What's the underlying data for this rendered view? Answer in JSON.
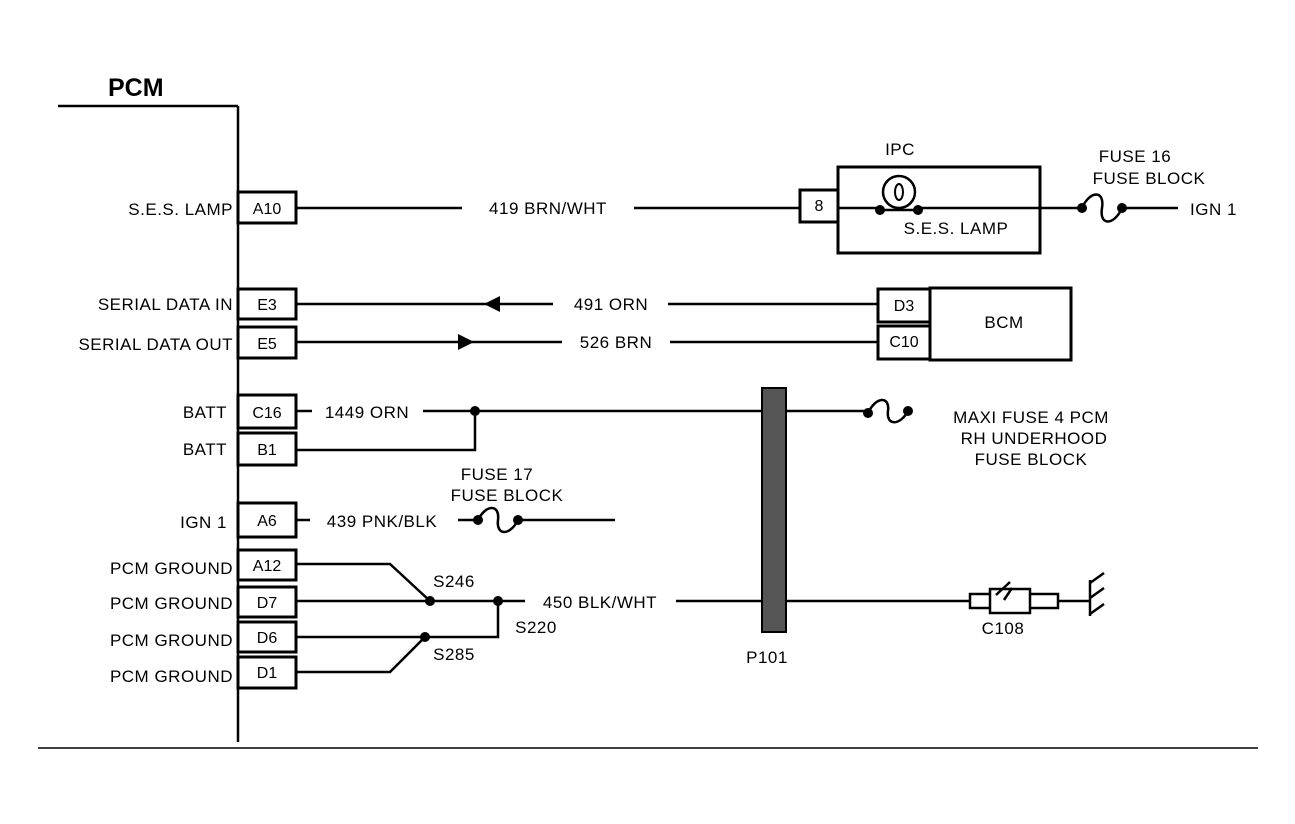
{
  "pcm_title": "PCM",
  "pcm_circuits": {
    "ses_lamp": "S.E.S. LAMP",
    "serial_data_in": "SERIAL DATA IN",
    "serial_data_out": "SERIAL DATA OUT",
    "batt_1": "BATT",
    "batt_2": "BATT",
    "ign_1": "IGN 1",
    "pcm_ground_1": "PCM GROUND",
    "pcm_ground_2": "PCM GROUND",
    "pcm_ground_3": "PCM GROUND",
    "pcm_ground_4": "PCM GROUND"
  },
  "pcm_pins": {
    "a10": "A10",
    "e3": "E3",
    "e5": "E5",
    "c16": "C16",
    "b1": "B1",
    "a6": "A6",
    "a12": "A12",
    "d7": "D7",
    "d6": "D6",
    "d1": "D1"
  },
  "wires": {
    "w419": "419 BRN/WHT",
    "w491": "491 ORN",
    "w526": "526 BRN",
    "w1449": "1449 ORN",
    "w439": "439 PNK/BLK",
    "w450": "450 BLK/WHT"
  },
  "ipc": {
    "title": "IPC",
    "pin": "8",
    "lamp_label": "S.E.S. LAMP"
  },
  "fuse16": {
    "line1": "FUSE 16",
    "line2": "FUSE BLOCK"
  },
  "ign1_right": "IGN 1",
  "bcm": {
    "label": "BCM",
    "pin_d3": "D3",
    "pin_c10": "C10"
  },
  "maxi_fuse": {
    "line1": "MAXI  FUSE 4 PCM",
    "line2": "RH UNDERHOOD",
    "line3": "FUSE BLOCK"
  },
  "fuse17": {
    "line1": "FUSE 17",
    "line2": "FUSE BLOCK"
  },
  "splices": {
    "s246": "S246",
    "s220": "S220",
    "s285": "S285"
  },
  "connectors": {
    "p101": "P101",
    "c108": "C108"
  }
}
